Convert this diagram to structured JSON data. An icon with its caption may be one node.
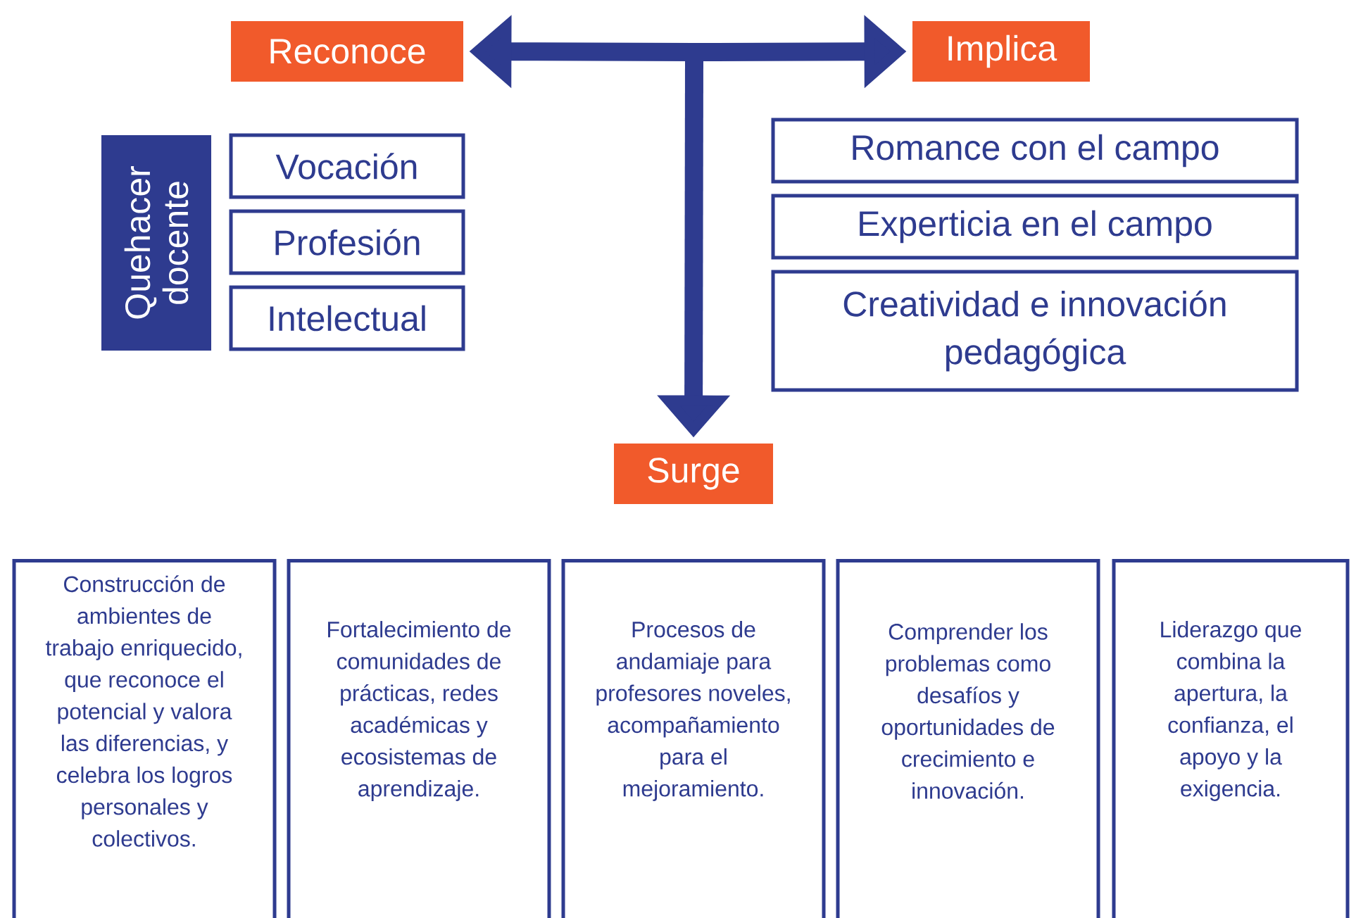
{
  "diagram": {
    "nodes": [
      {
        "text": [
          "Reconoce"
        ]
      },
      {
        "text": [
          "Implica"
        ]
      },
      {
        "text": [
          "Quehacer docente"
        ]
      },
      {
        "text": [
          "Vocación"
        ]
      },
      {
        "text": [
          "Profesión"
        ]
      },
      {
        "text": [
          "Intelectual"
        ]
      },
      {
        "text": [
          "Romance con el campo"
        ]
      },
      {
        "text": [
          "Experticia en el campo"
        ]
      },
      {
        "text": [
          "Creatividad e innovación pedagógica"
        ]
      },
      {
        "text": [
          "Surge"
        ]
      },
      {
        "text": [
          "Construcción de ambientes de trabajo enriquecido, que reconoce el potencial y valora las diferencias, y celebra los logros personales y colectivos."
        ]
      },
      {
        "text": [
          "Fortalecimiento de comunidades de prácticas, redes académicas y ecosistemas de aprendizaje."
        ]
      },
      {
        "text": [
          "Procesos de andamiaje para profesores noveles, acompañamiento para el mejoramiento."
        ]
      },
      {
        "text": [
          "Comprender los problemas como desafíos y oportunidades de crecimiento e innovación."
        ]
      },
      {
        "text": [
          "Liderazgo que combina la apertura, la confianza, el apoyo y la exigencia."
        ]
      }
    ],
    "edges": [
      {
        "from": null,
        "to": 0,
        "arrow": "to"
      },
      {
        "from": null,
        "to": 1,
        "arrow": "to"
      },
      {
        "from": null,
        "to": 9,
        "arrow": "to"
      }
    ]
  }
}
